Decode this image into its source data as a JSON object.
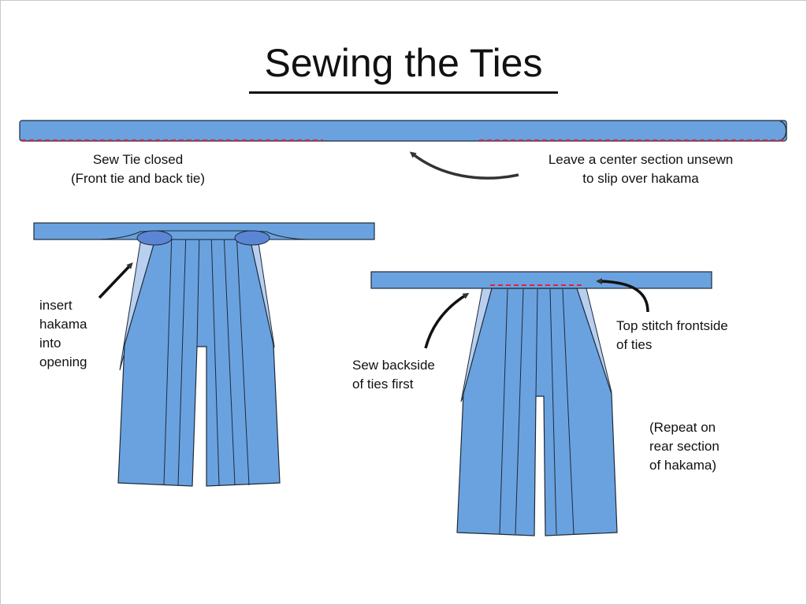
{
  "title": "Sewing the Ties",
  "labels": {
    "sew_tie_closed": "Sew Tie closed\n(Front tie and back tie)",
    "leave_center": "Leave a center section unsewn\nto slip over hakama",
    "insert_hakama": "insert\nhakama\ninto\nopening",
    "sew_backside": "Sew backside\nof ties first",
    "top_stitch": "Top stitch frontside\nof ties",
    "repeat_rear": "(Repeat on\nrear section\nof hakama)"
  },
  "colors": {
    "fabric": "#6aa2e0",
    "fabric_light": "#b8cff0",
    "fabric_dark": "#5b86d6",
    "outline": "#1f2a36",
    "stitch": "#e0223a",
    "arrow": "#333333"
  }
}
